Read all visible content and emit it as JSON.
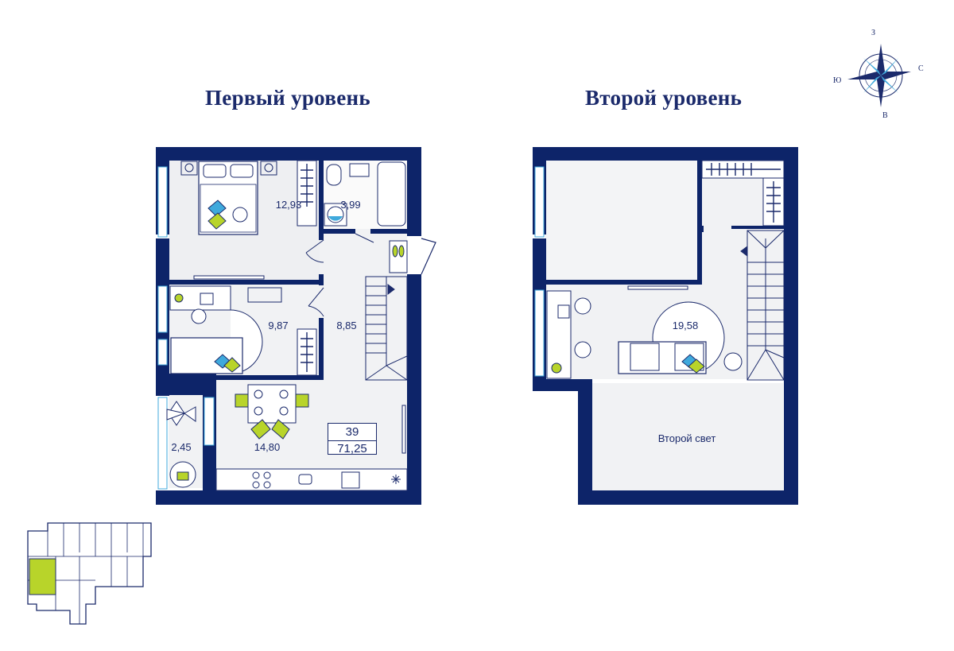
{
  "levels": {
    "first": "Первый уровень",
    "second": "Второй уровень"
  },
  "compass": {
    "n": "З",
    "e": "С",
    "s": "В",
    "w": "Ю"
  },
  "rooms_first": [
    {
      "id": "bedroom",
      "area": "12,93"
    },
    {
      "id": "bathroom",
      "area": "3,99"
    },
    {
      "id": "kids-room",
      "area": "9,87"
    },
    {
      "id": "hall",
      "area": "8,85"
    },
    {
      "id": "kitchen",
      "area": "14,80"
    },
    {
      "id": "loggia",
      "area": "2,45"
    }
  ],
  "rooms_second": [
    {
      "id": "living",
      "area": "19,58"
    },
    {
      "id": "double-height",
      "label": "Второй свет"
    }
  ],
  "apartment": {
    "number": "39",
    "total_area": "71,25"
  },
  "colors": {
    "wall": "#0d2469",
    "accent": "#b8d42a",
    "floor": "#f1f2f4",
    "sky": "#3fa9dc"
  }
}
